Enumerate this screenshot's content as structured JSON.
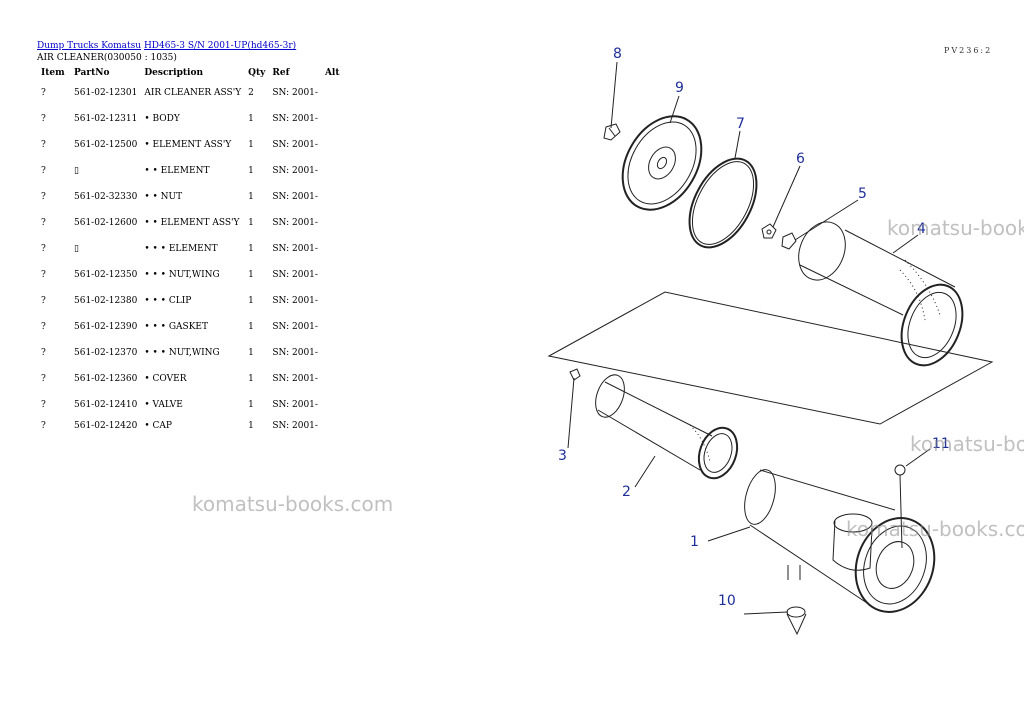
{
  "breadcrumb": {
    "link1": "Dump Trucks Komatsu",
    "link2": "HD465-3 S/N 2001-UP(hd465-3r)"
  },
  "section_title": "AIR CLEANER(030050 : 1035)",
  "table": {
    "headers": [
      "Item",
      "PartNo",
      "Description",
      "Qty",
      "Ref",
      "Alt"
    ],
    "rows": [
      {
        "item": "?",
        "part": "561-02-12301",
        "desc": "AIR CLEANER ASS'Y",
        "qty": "2",
        "ref": "SN: 2001-"
      },
      {
        "item": "?",
        "part": "561-02-12311",
        "desc": "• BODY",
        "qty": "1",
        "ref": "SN: 2001-"
      },
      {
        "item": "?",
        "part": "561-02-12500",
        "desc": "• ELEMENT ASS'Y",
        "qty": "1",
        "ref": "SN: 2001-"
      },
      {
        "item": "?",
        "part": "▯",
        "desc": "• • ELEMENT",
        "qty": "1",
        "ref": "SN: 2001-"
      },
      {
        "item": "?",
        "part": "561-02-32330",
        "desc": "• • NUT",
        "qty": "1",
        "ref": "SN: 2001-"
      },
      {
        "item": "?",
        "part": "561-02-12600",
        "desc": "• • ELEMENT ASS'Y",
        "qty": "1",
        "ref": "SN: 2001-"
      },
      {
        "item": "?",
        "part": "▯",
        "desc": "• • • ELEMENT",
        "qty": "1",
        "ref": "SN: 2001-"
      },
      {
        "item": "?",
        "part": "561-02-12350",
        "desc": "• • • NUT,WING",
        "qty": "1",
        "ref": "SN: 2001-"
      },
      {
        "item": "?",
        "part": "561-02-12380",
        "desc": "• • • CLIP",
        "qty": "1",
        "ref": "SN: 2001-"
      },
      {
        "item": "?",
        "part": "561-02-12390",
        "desc": "• • • GASKET",
        "qty": "1",
        "ref": "SN: 2001-"
      },
      {
        "item": "?",
        "part": "561-02-12370",
        "desc": "• • • NUT,WING",
        "qty": "1",
        "ref": "SN: 2001-"
      },
      {
        "item": "?",
        "part": "561-02-12360",
        "desc": "• COVER",
        "qty": "1",
        "ref": "SN: 2001-"
      },
      {
        "item": "?",
        "part": "561-02-12410",
        "desc": "• VALVE",
        "qty": "1",
        "ref": "SN: 2001-"
      },
      {
        "item": "?",
        "part": "561-02-12420",
        "desc": "• CAP",
        "qty": "1",
        "ref": "SN: 2001-"
      }
    ]
  },
  "watermark_text": "komatsu-books.com",
  "diagram": {
    "page_id": "PV236:2",
    "callouts": [
      "8",
      "9",
      "7",
      "6",
      "5",
      "4",
      "3",
      "2",
      "1",
      "11",
      "10"
    ]
  },
  "colors": {
    "link": "#0000cc",
    "callout": "#1f2f9a",
    "watermark": "#8c8c8c"
  }
}
